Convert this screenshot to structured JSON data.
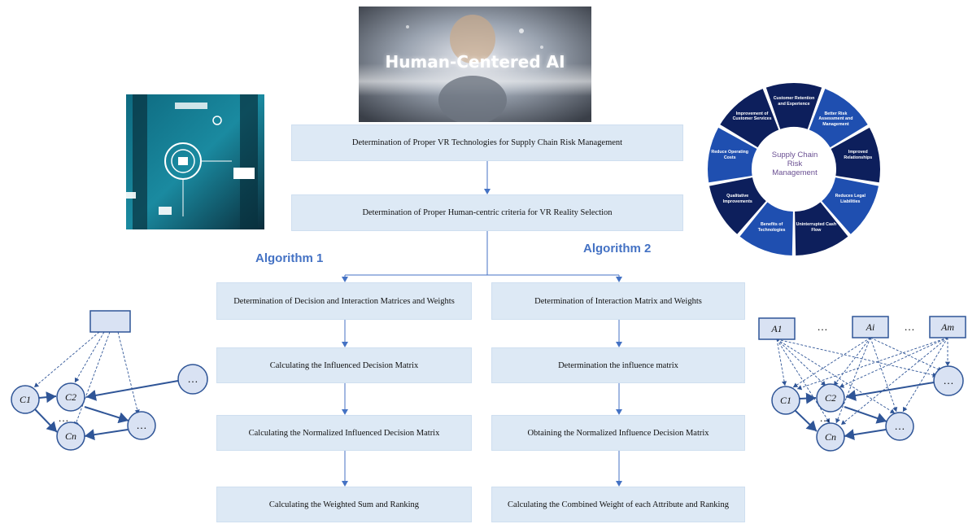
{
  "hero": {
    "title": "Human-Centered AI"
  },
  "flow": {
    "top1": "Determination of Proper VR Technologies for Supply Chain Risk Management",
    "top2": "Determination of Proper Human-centric criteria  for VR Reality Selection"
  },
  "algorithm1": {
    "label": "Algorithm 1",
    "steps": [
      "Determination  of Decision and Interaction Matrices and Weights",
      "Calculating the Influenced Decision Matrix",
      "Calculating the Normalized Influenced Decision Matrix",
      "Calculating the Weighted Sum and Ranking"
    ]
  },
  "algorithm2": {
    "label": "Algorithm 2",
    "steps": [
      "Determination of  Interaction Matrix and Weights",
      "Determination the influence matrix",
      "Obtaining the Normalized Influence Decision Matrix",
      "Calculating the Combined Weight of each Attribute and Ranking"
    ]
  },
  "wheel": {
    "center": "Supply Chain Risk Management",
    "segments": [
      "Customer Retention and Experience",
      "Better Risk Assessment and Management",
      "Improved Relationships",
      "Reduces Legal Liabilities",
      "Uninterrupted Cash Flow",
      "Benefits of Technologies",
      "Qualitative Improvements",
      "Reduce Operating Costs",
      "Improvement of Customer Services"
    ]
  },
  "graph_left": {
    "c1": "C1",
    "c2": "C2",
    "cn": "Cn",
    "dots": "…"
  },
  "graph_right": {
    "a1": "A1",
    "ai": "Ai",
    "am": "Am",
    "c1": "C1",
    "c2": "C2",
    "cn": "Cn",
    "dots": "…"
  },
  "colors": {
    "box_fill": "#dde9f5",
    "accent_blue": "#4472c4",
    "wheel_navy": "#0d1f5c",
    "wheel_blue": "#1f4fb0"
  }
}
